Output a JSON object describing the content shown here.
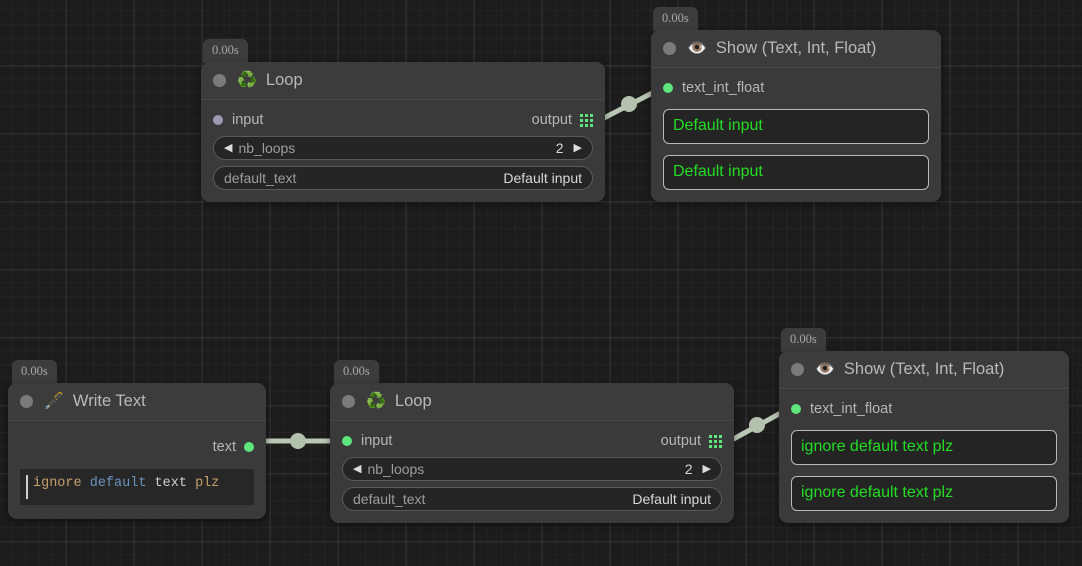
{
  "canvas": {
    "background_color": "#1c1c1c",
    "grid": "on",
    "accent_green": "#5ee67d",
    "value_green": "#22dd22",
    "wire_color": "#b9c7b4"
  },
  "nodes": [
    {
      "id": "loop-top",
      "time_badge": "0.00s",
      "icon": "recycle-icon",
      "icon_glyph": "♻️",
      "title": "Loop",
      "status_dot_color": "#7b7b7b",
      "input_port": {
        "label": "input",
        "state": "idle"
      },
      "output_port": {
        "label": "output",
        "state": "list"
      },
      "fields": [
        {
          "type": "stepper",
          "key": "nb_loops",
          "value": "2",
          "left_arrow": "◀",
          "right_arrow": "▶"
        },
        {
          "type": "text",
          "key": "default_text",
          "value": "Default input"
        }
      ]
    },
    {
      "id": "show-top",
      "time_badge": "0.00s",
      "icon": "eye-icon",
      "icon_glyph": "👁️",
      "title": "Show (Text, Int, Float)",
      "status_dot_color": "#7b7b7b",
      "input_port": {
        "label": "text_int_float",
        "state": "connected"
      },
      "displays": [
        "Default input",
        "Default input"
      ]
    },
    {
      "id": "write-text",
      "time_badge": "0.00s",
      "icon": "fountain-pen-icon",
      "icon_glyph": "🖋️",
      "title": "Write Text",
      "status_dot_color": "#7b7b7b",
      "output_port": {
        "label": "text",
        "state": "connected"
      },
      "editor": {
        "tokens": [
          {
            "text": "ignore",
            "color": "#c4a06a"
          },
          {
            "text": " ",
            "color": "#cfcfcf"
          },
          {
            "text": "default",
            "color": "#6a93c0"
          },
          {
            "text": " ",
            "color": "#cfcfcf"
          },
          {
            "text": "text",
            "color": "#cfcfcf"
          },
          {
            "text": " ",
            "color": "#cfcfcf"
          },
          {
            "text": "plz",
            "color": "#c4a06a"
          }
        ],
        "plain_text": "ignore default text plz",
        "caret": true
      }
    },
    {
      "id": "loop-bottom",
      "time_badge": "0.00s",
      "icon": "recycle-icon",
      "icon_glyph": "♻️",
      "title": "Loop",
      "status_dot_color": "#7b7b7b",
      "input_port": {
        "label": "input",
        "state": "connected"
      },
      "output_port": {
        "label": "output",
        "state": "list"
      },
      "fields": [
        {
          "type": "stepper",
          "key": "nb_loops",
          "value": "2",
          "left_arrow": "◀",
          "right_arrow": "▶"
        },
        {
          "type": "text",
          "key": "default_text",
          "value": "Default input"
        }
      ]
    },
    {
      "id": "show-bottom",
      "time_badge": "0.00s",
      "icon": "eye-icon",
      "icon_glyph": "👁️",
      "title": "Show (Text, Int, Float)",
      "status_dot_color": "#7b7b7b",
      "input_port": {
        "label": "text_int_float",
        "state": "connected"
      },
      "displays": [
        "ignore default text plz",
        "ignore default text plz"
      ]
    }
  ],
  "connections": [
    {
      "from": "loop-top.output",
      "to": "show-top.text_int_float"
    },
    {
      "from": "write-text.text",
      "to": "loop-bottom.input"
    },
    {
      "from": "loop-bottom.output",
      "to": "show-bottom.text_int_float"
    }
  ]
}
